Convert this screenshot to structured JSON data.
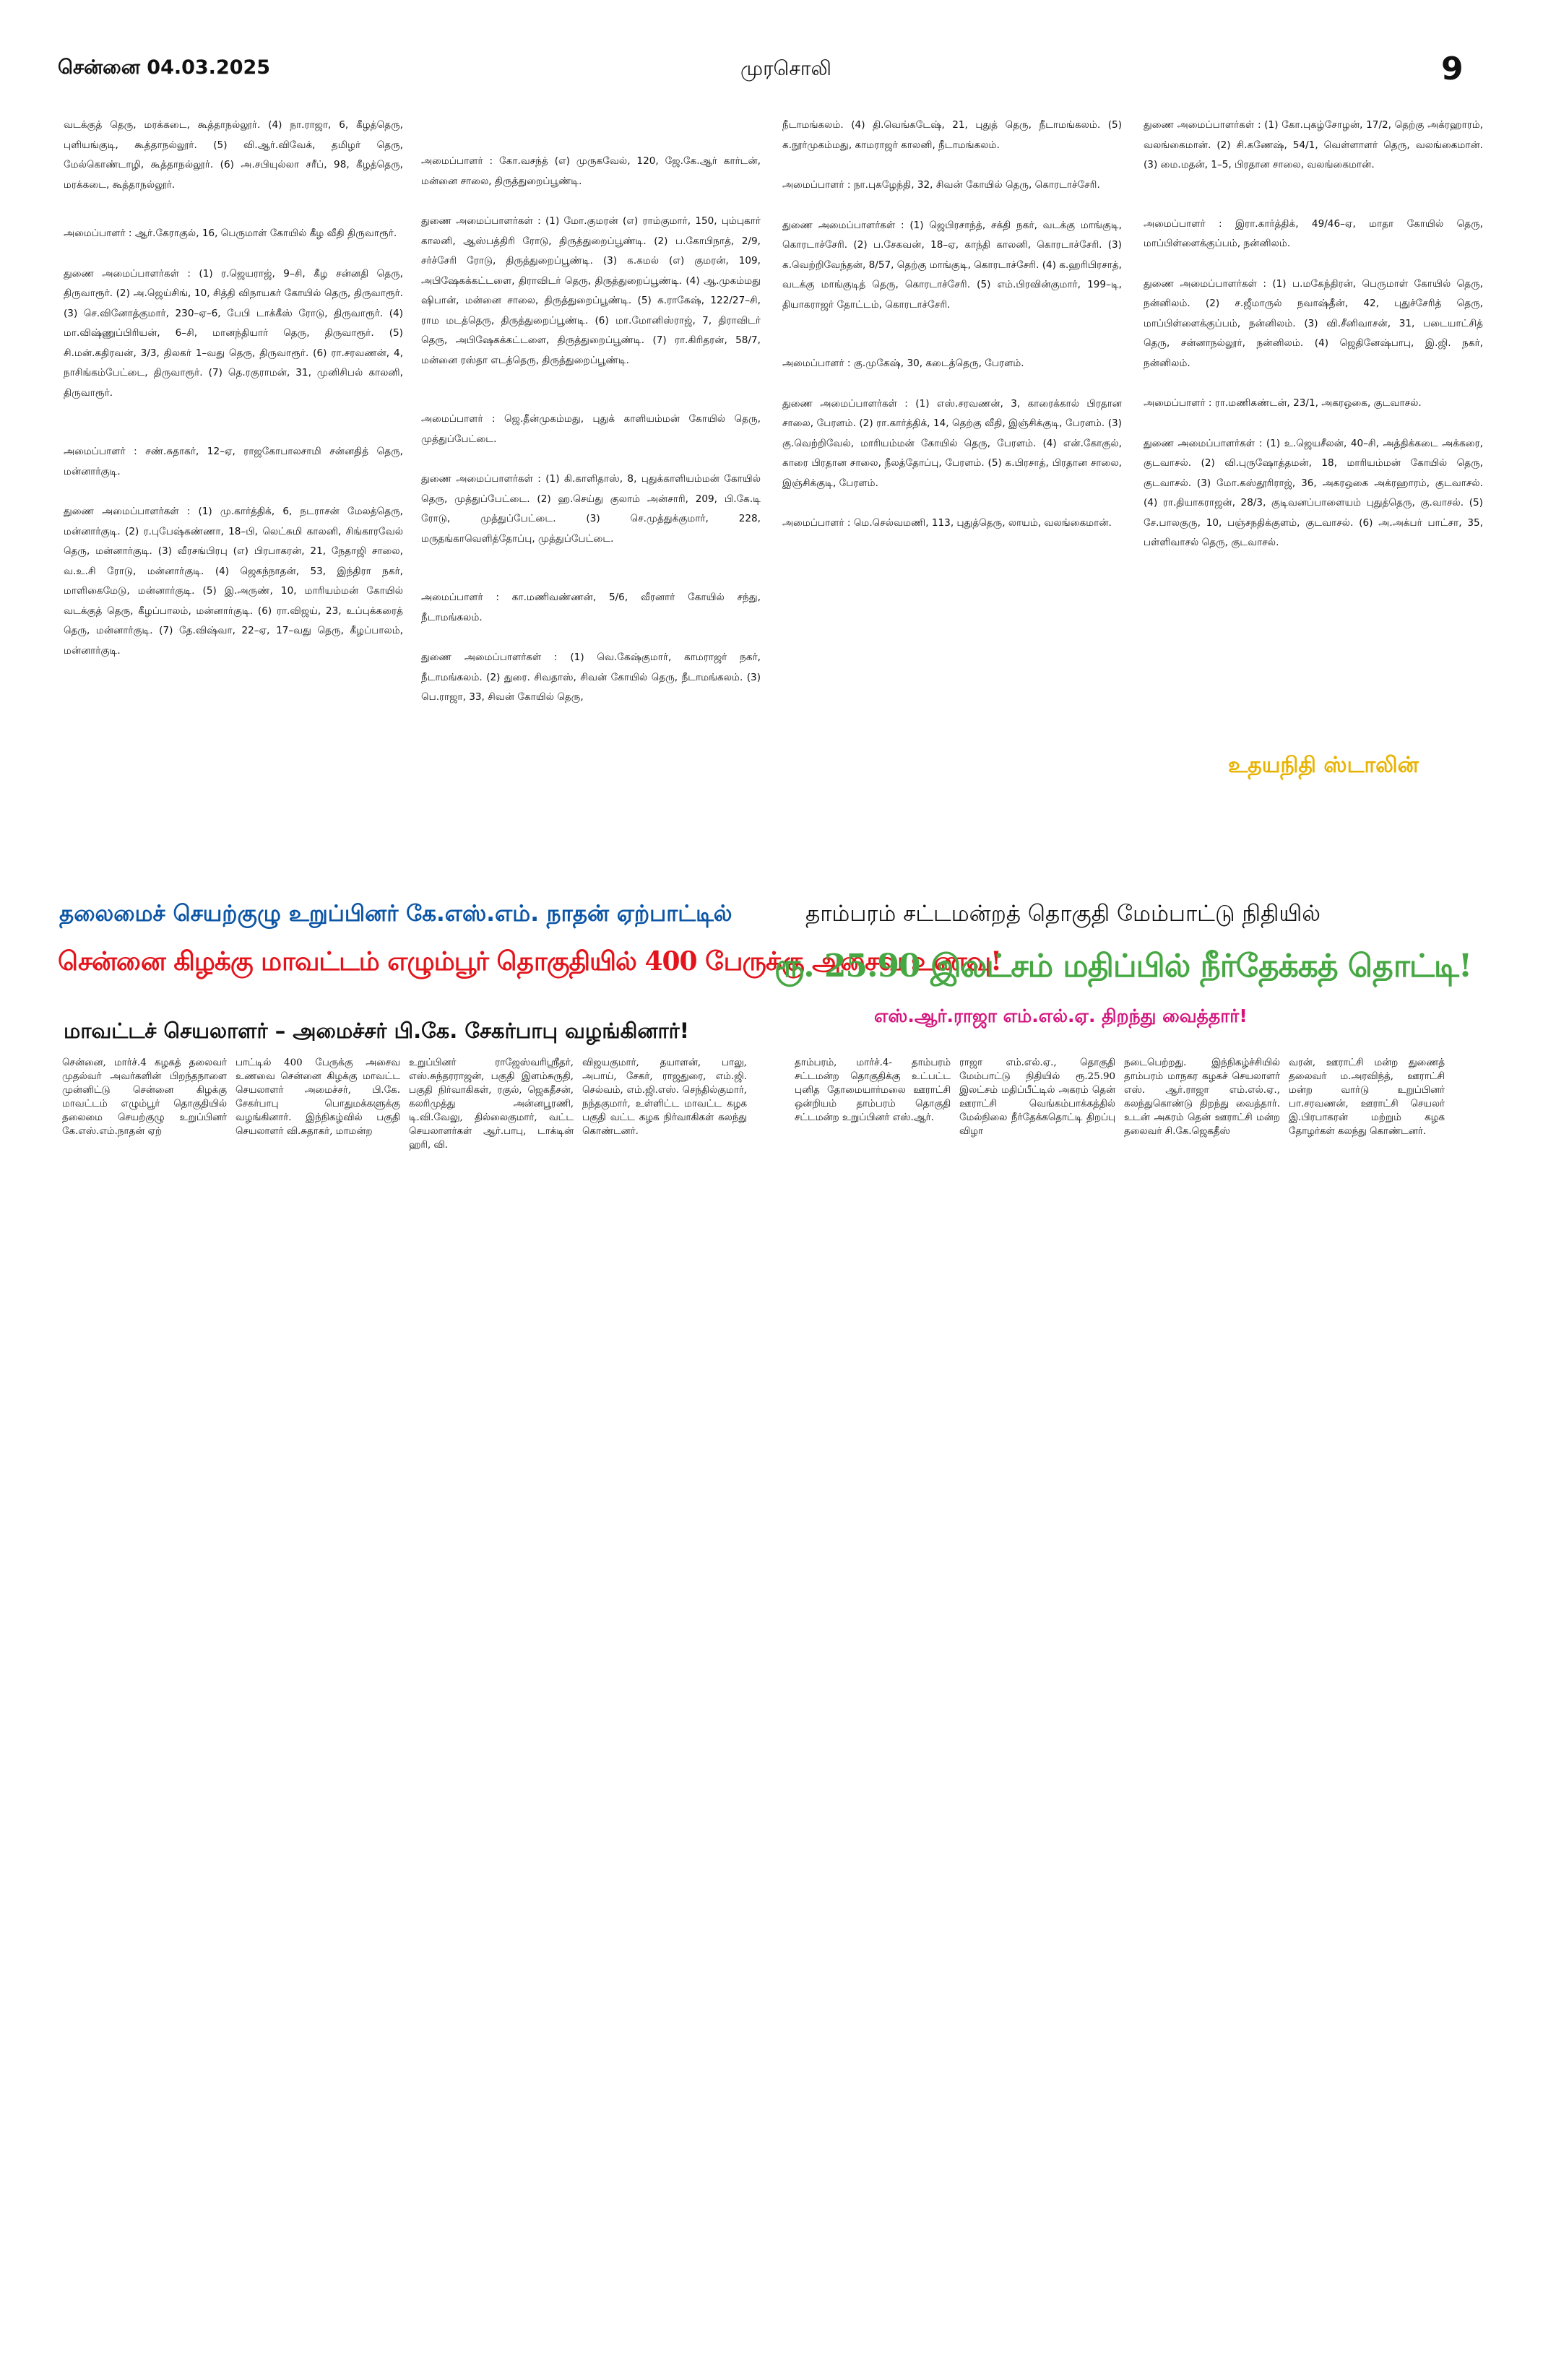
{
  "header": {
    "date": "சென்னை 04.03.2025",
    "title": "முரசொலி",
    "page": "9"
  },
  "columns": {
    "col1": [
      "வடக்குத் தெரு, மரக்கடை, கூத்தாநல்லூர். (4) நா.ராஜா, 6, கீழத்தெரு, புளியங்குடி, கூத்தாநல்லூர். (5) வி.ஆர்.விவேக், தமிழர் தெரு, மேல்கொண்டாழி, கூத்தாநல்லூர். (6) அ.சபியுல்லா சரீப், 98, கீழத்தெரு, மரக்கடை, கூத்தாநல்லூர்.",
      "அமைப்பாளர் : ஆர்.கேராகுல், 16, பெருமாள் கோயில் கீழ வீதி திருவாரூர்.",
      "துணை அமைப்பாளர்கள் : (1) ர.ஜெயராஜ், 9–சி, கீழ சன்னதி தெரு, திருவாரூர். (2) அ.ஜெய்சிங், 10, சித்தி விநாயகர் கோயில் தெரு, திருவாரூர். (3) செ.வினோத்குமார், 230–ஏ–6, பேபி டாக்கீஸ் ரோடு, திருவாரூர். (4) மா.விஷ்ணுப்பிரியன், 6–சி, மானந்தியார் தெரு, திருவாரூர். (5) சி.மன்.கதிரவன், 3/3, திலகர் 1–வது தெரு, திருவாரூர். (6) ரா.சரவணன், 4, நாசிங்கம்பேட்டை, திருவாரூர். (7) தெ.ரகுராமன், 31, முனிசிபல் காலனி, திருவாரூர்.",
      "அமைப்பாளர் : சண்.சுதாகர், 12–ஏ, ராஜகோபாலசாமி சன்னதித் தெரு, மன்னார்குடி.",
      "துணை அமைப்பாளர்கள் : (1) மு.கார்த்திக், 6, நடராசன் மேலத்தெரு, மன்னார்குடி. (2) ர.புபேஷ்கண்ணா, 18–பி, லெட்சுமி காலனி, சிங்காரவேல் தெரு, மன்னார்குடி. (3) வீரசங்பிரபு (எ) பிரபாகரன், 21, நேதாஜி சாலை, வ.உ.சி ரோடு, மன்னார்குடி. (4) ஜெகந்நாதன், 53, இந்திரா நகர், மாளிகைமேடு, மன்னார்குடி. (5) இ.அருண், 10, மாரியம்மன் கோயில் வடக்குத் தெரு, கீழப்பாலம், மன்னார்குடி. (6) ரா.விஜய், 23, உப்புக்கரைத் தெரு, மன்னார்குடி. (7) தே.விஷ்வா, 22–ஏ, 17–வது தெரு, கீழப்பாலம், மன்னார்குடி."
    ],
    "col2": [
      "அமைப்பாளர் : கோ.வசந்த் (எ) முருகவேல், 120, ஜே.கே.ஆர் கார்டன், மன்னை சாலை, திருத்துறைப்பூண்டி.",
      "துணை அமைப்பாளர்கள் : (1) மோ.குமரன் (எ) ராம்குமார், 150, பும்புகார் காலனி, ஆஸ்பத்திரி ரோடு, திருத்துறைப்பூண்டி. (2) ப.கோபிநாத், 2/9, சர்ச்சேரி ரோடு, திருத்துறைப்பூண்டி. (3) க.கமல் (எ) குமரன், 109, அபிஷேகக்கட்டளை, திராவிடர் தெரு, திருத்துறைப்பூண்டி. (4) ஆ.முகம்மது ஷிபான், மன்னை சாலை, திருத்துறைப்பூண்டி. (5) க.ராகேஷ், 122/27–சி, ராம மடத்தெரு, திருத்துறைப்பூண்டி. (6) மா.மோனிஸ்ராஜ், 7, திராவிடர் தெரு, அபிஷேகக்கட்டளை, திருத்துறைப்பூண்டி. (7) ரா.கிரிதரன், 58/7, மன்னை ரஸ்தா எடத்தெரு, திருத்துறைப்பூண்டி.",
      "அமைப்பாளர் : ஜெ.தீன்முகம்மது, புதுக் காளியம்மன் கோயில் தெரு, முத்துப்பேட்டை.",
      "துணை அமைப்பாளர்கள் : (1) கி.காளிதாஸ், 8, புதுக்காளியம்மன் கோயில் தெரு, முத்துப்பேட்டை. (2) ஹ.செய்து குலாம் அன்சாரி, 209, பி.கே.டி ரோடு, முத்துப்பேட்டை. (3) செ.முத்துக்குமார், 228, மருதங்காவெளித்தோப்பு, முத்துப்பேட்டை.",
      "அமைப்பாளர் : கா.மணிவண்ணன், 5/6, வீரனார் கோயில் சந்து, நீடாமங்கலம்.",
      "துணை அமைப்பாளர்கள் : (1) வெ.கேஷ்குமார், காமராஜர் நகர், நீடாமங்கலம். (2) துரை. சிவதாஸ், சிவன் கோயில் தெரு, நீடாமங்கலம். (3) பெ.ராஜா, 33, சிவன் கோயில் தெரு,"
    ],
    "col3": [
      "நீடாமங்கலம். (4) தி.வெங்கடேஷ், 21, புதுத் தெரு, நீடாமங்கலம். (5) க.நூர்முகம்மது, காமராஜர் காலனி, நீடாமங்கலம்.",
      "அமைப்பாளர் : நா.புகழேந்தி, 32, சிவன் கோயில் தெரு, கொரடாச்சேரி.",
      "துணை அமைப்பாளர்கள் : (1) ஜெபிரசாந்த், சக்தி நகர், வடக்கு மாங்குடி, கொரடாச்சேரி. (2) ப.சேகவன், 18–ஏ, காந்தி காலனி, கொரடாச்சேரி. (3) க.வெற்றிவேந்தன், 8/57, தெற்கு மாங்குடி, கொரடாச்சேரி. (4) க.ஹரிபிரசாத், வடக்கு மாங்குடித் தெரு, கொரடாச்சேரி. (5) எம்.பிரவின்குமார், 199–டி, தியாகராஜர் தோட்டம், கொரடாச்சேரி.",
      "அமைப்பாளர் : கு.முகேஷ், 30, கடைத்தெரு, பேரளம்.",
      "துணை அமைப்பாளர்கள் : (1) எஸ்.சரவணன், 3, காரைக்கால் பிரதான சாலை, பேரளம். (2) ரா.கார்த்திக், 14, தெற்கு வீதி, இஞ்சிக்குடி, பேரளம். (3) கு.வெற்றிவேல், மாரியம்மன் கோயில் தெரு, பேரளம். (4) என்.கோகுல், காரை பிரதான சாலை, நீலத்தோப்பு, பேரளம். (5) க.பிரசாத், பிரதான சாலை, இஞ்சிக்குடி, பேரளம்.",
      "அமைப்பாளர் : மெ.செல்வமணி, 113, புதுத்தெரு, லாயம், வலங்கைமான்."
    ],
    "col4": [
      "துணை அமைப்பாளர்கள் : (1) கோ.புகழ்சோழன், 17/2, தெற்கு அக்ரஹாரம், வலங்கைமான். (2) சி.கணேஷ், 54/1, வெள்ளாளர் தெரு, வலங்கைமான். (3) மை.மதன், 1–5, பிரதான சாலை, வலங்கைமான்.",
      "அமைப்பாளர் : இரா.கார்த்திக், 49/46–ஏ, மாதா கோயில் தெரு, மாப்பிள்ளைக்குப்பம், நன்னிலம்.",
      "துணை அமைப்பாளர்கள் : (1) ப.மகேந்திரன், பெருமாள் கோயில் தெரு, நன்னிலம். (2) ச.ஜீமாருல் நவாஷ்தீன், 42, புதுச்சேரித் தெரு, மாப்பிள்ளைக்குப்பம், நன்னிலம். (3) வி.சீனிவாசன், 31, படையாட்சித் தெரு, சன்னாநல்லூர், நன்னிலம். (4) ஜெதினேஷ்பாபு, இ.ஜி. நகர், நன்னிலம்.",
      "அமைப்பாளர் : ரா.மணிகண்டன், 23/1, அகரஒகை, குடவாசல்.",
      "துணை அமைப்பாளர்கள் : (1) உ.ஜெயசீலன், 40–சி, அத்திக்கடை அக்கரை, குடவாசல். (2) வி.புருஷோத்தமன், 18, மாரியம்மன் கோயில் தெரு, குடவாசல். (3) மோ.கஸ்தூரிராஜ், 36, அகரஒகை அக்ரஹாரம், குடவாசல். (4) ரா.தியாகராஜன், 28/3, குடிவனப்பாளையம் புதுத்தெரு, கு.வாசல். (5) சே.பாலகுரு, 10, பஞ்சநதிக்குளம், குடவாசல். (6) அ.அக்பர் பாட்சா, 35, பள்ளிவாசல் தெரு, குடவாசல்."
    ],
    "signature": "உதயநிதி ஸ்டாலின்"
  },
  "story_left": {
    "kicker": "தலைமைச் செயற்குழு உறுப்பினர் கே.எஸ்.எம். நாதன் ஏற்பாட்டில்",
    "headline": "சென்னை கிழக்கு மாவட்டம் எழும்பூர் தொகுதியில் 400 பேருக்கு அசைவ உணவு!",
    "subhead": "மாவட்டச் செயலாளர் – அமைச்சர் பி.கே. சேகர்பாபு வழங்கினார்!",
    "body": [
      "சென்னை, மார்ச்.4 கழகத் தலைவர் முதல்வர் அவர்களின் பிறந்தநாளை முன்னிட்டு சென்னை கிழக்கு மாவட்டம் எழும்பூர் தொகுதியில் தலைமை செயற்குழு உறுப்பினர் கே.எஸ்.எம்.நாதன் ஏற்",
      "பாட்டில் 400 பேருக்கு அசைவ உணவை சென்னை கிழக்கு மாவட்ட செயலாளர் அமைச்சர், பி.கே. சேகர்பாபு பொதுமக்களுக்கு வழங்கினார். இந்நிகழ்வில் பகுதி செயலாளர் வி.சுதாகர், மாமன்ற",
      "உறுப்பினர் ராஜேஸ்வரிஸ்ரீதர், எஸ்.சுந்தரராஜன், பகுதி இளம்சுருதி, பகுதி நிர்வாகிகள், ரகுல், ஜெகதீசன், கலரிமுத்து அன்னபூரணி, டி.வி.வேலு, தில்லைகுமார், வட்ட செயலாளர்கள் ஆர்.பாபு, டாக்டின் ஹரி, வி.",
      "விஜயகுமார், தயாளன், பாலு, அபாய், சேகர், ராஜதுரை, எம்.ஜி. செல்வம், எம்.ஜி.எஸ். செந்தில்குமார், நந்தகுமார், உள்ளிட்ட மாவட்ட கழக பகுதி வட்ட கழக நிர்வாகிகள் கலந்து கொண்டனர்."
    ]
  },
  "story_right": {
    "kicker": "தாம்பரம் சட்டமன்றத் தொகுதி மேம்பாட்டு நிதியில்",
    "headline": "ரூ. 25.90 இலட்சம் மதிப்பில் நீர்தேக்கத் தொட்டி!",
    "subhead": "எஸ்.ஆர்.ராஜா எம்.எல்.ஏ. திறந்து வைத்தார்!",
    "body": [
      "தாம்பரம், மார்ச்.4- தாம்பரம் சட்டமன்ற தொகுதிக்கு உட்பட்ட புனித தோமையார்மலை ஊராட்சி ஒன்றியம் தாம்பரம் தொகுதி சட்டமன்ற உறுப்பினர் எஸ்.ஆர்.",
      "ராஜா எம்.எல்.ஏ., தொகுதி மேம்பாட்டு நிதியில் ரூ.25.90 இலட்சம் மதிப்பீட்டில் அகரம் தென் ஊராட்சி வெங்கம்பாக்கத்தில் மேல்நிலை நீர்தேக்கதொட்டி திறப்பு விழா",
      "நடைபெற்றது. இந்நிகழ்ச்சியில் தாம்பரம் மாநகர கழகச் செயலாளர் எஸ். ஆர்.ராஜா எம்.எல்.ஏ., கலந்துகொண்டு திறந்து வைத்தார். உடன் அகரம் தென் ஊராட்சி மன்ற தலைவர் சி.கே.ஜெகதீஸ்",
      "வரன், ஊராட்சி மன்ற துணைத் தலைவர் ம.அரவிந்த், ஊராட்சி மன்ற வார்டு உறுப்பினர் பா.சரவணன், ஊராட்சி செயலர் இ.பிரபாகரன் மற்றும் கழக தோழர்கள் கலந்து கொண்டனர்."
    ]
  }
}
